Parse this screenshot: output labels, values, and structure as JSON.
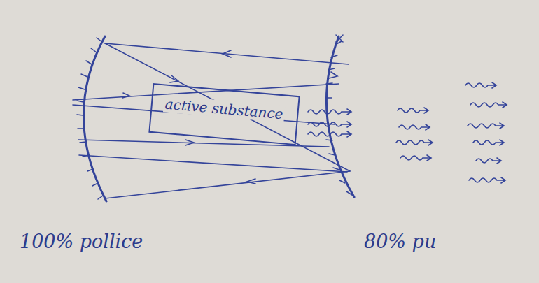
{
  "diagram": {
    "nodes": [
      {
        "text": [
          "active substance"
        ]
      }
    ],
    "labels": [
      "100% pollice",
      "80% pu"
    ]
  }
}
